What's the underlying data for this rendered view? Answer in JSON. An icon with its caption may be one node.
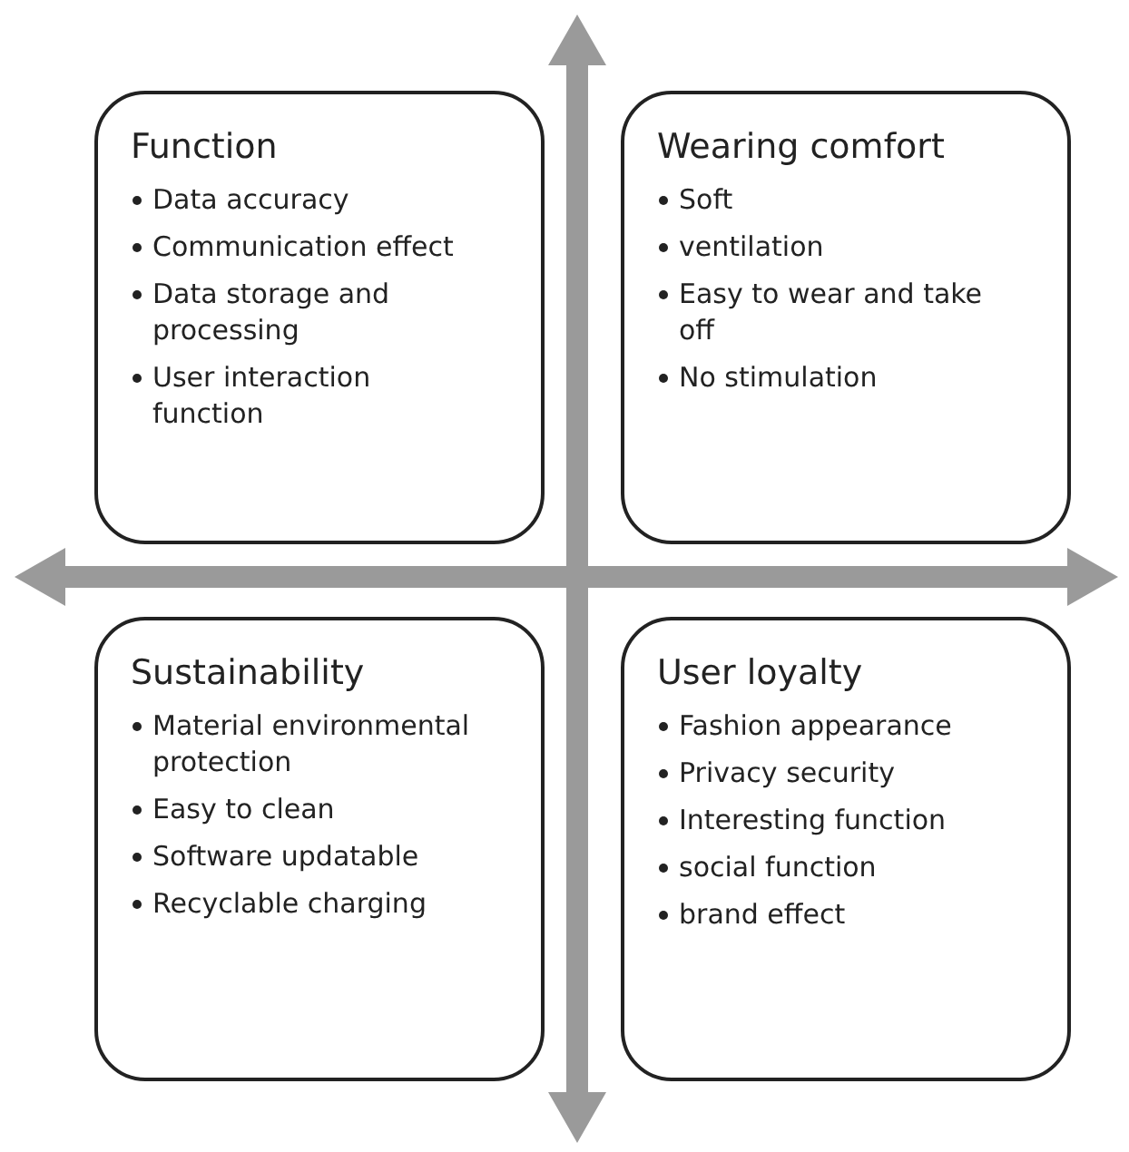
{
  "diagram": {
    "nodes": [
      {
        "text": [
          "Function",
          "Data accuracy",
          "Communication effect",
          "Data storage and processing",
          "User interaction function"
        ]
      },
      {
        "text": [
          "Wearing comfort",
          "Soft",
          "ventilation",
          "Easy to wear and take off",
          "No stimulation"
        ]
      },
      {
        "text": [
          "Sustainability",
          "Material environmental protection",
          "Easy to clean",
          "Software updatable",
          "Recyclable charging"
        ]
      },
      {
        "text": [
          "User loyalty",
          "Fashion appearance",
          "Privacy security",
          "Interesting function",
          "social function",
          "brand effect"
        ]
      }
    ],
    "edges": []
  }
}
